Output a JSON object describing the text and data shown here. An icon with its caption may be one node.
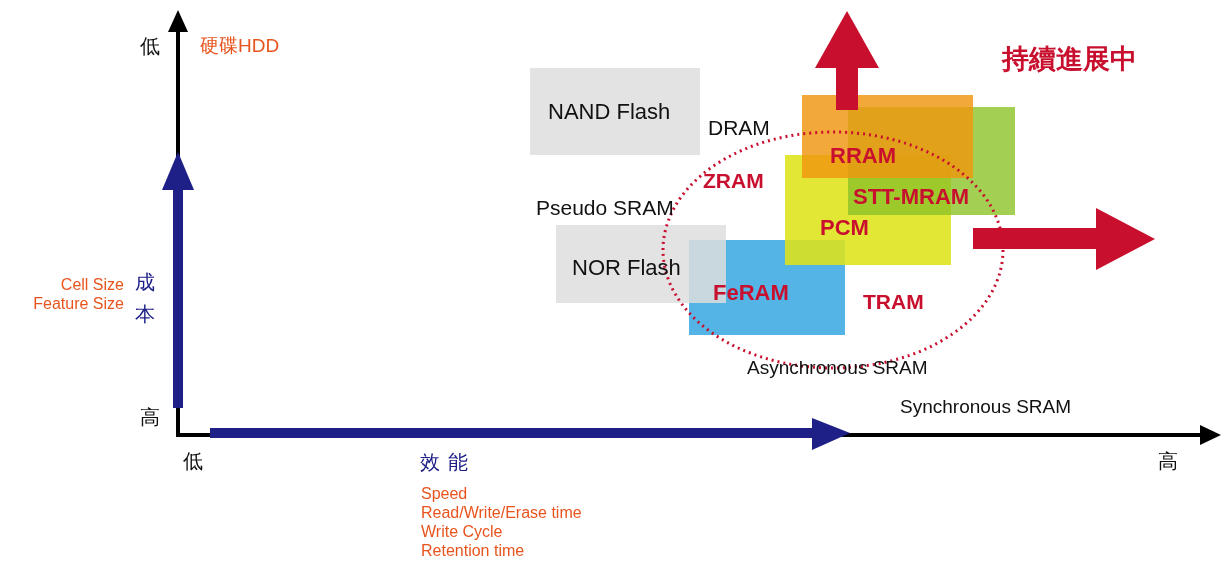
{
  "diagram": {
    "nodes": [
      {
        "text": [
          "NAND Flash"
        ]
      },
      {
        "text": [
          "RRAM"
        ]
      },
      {
        "text": [
          "STT-MRAM"
        ]
      },
      {
        "text": [
          "PCM"
        ]
      },
      {
        "text": [
          "NOR Flash"
        ]
      },
      {
        "text": [
          "FeRAM"
        ]
      }
    ],
    "edges": [],
    "labels": [
      "低",
      "硬碟HDD",
      "持續進展中",
      "DRAM",
      "ZRAM",
      "Pseudo SRAM",
      "Cell Size",
      "成本",
      "Feature Size",
      "TRAM",
      "Asynchronous SRAM",
      "Synchronous SRAM",
      "高",
      "低",
      "效能",
      "高",
      "Speed",
      "Read/Write/Erase time",
      "Write Cycle",
      "Retention time"
    ]
  }
}
